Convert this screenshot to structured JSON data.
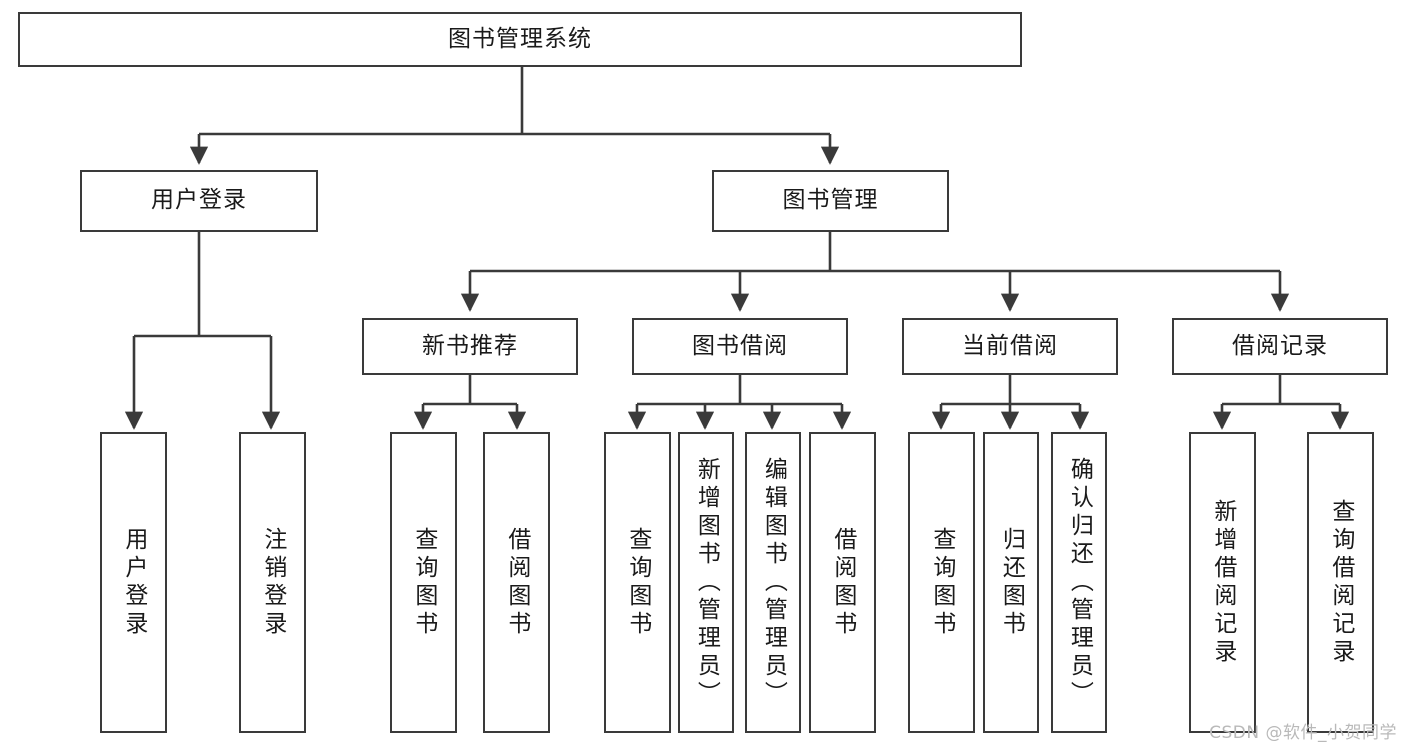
{
  "diagram": {
    "title": "图书管理系统",
    "type": "tree",
    "root": {
      "id": "root",
      "label": "图书管理系统"
    },
    "level2": [
      {
        "id": "user-login",
        "label": "用户登录"
      },
      {
        "id": "book-manage",
        "label": "图书管理"
      }
    ],
    "level3": [
      {
        "id": "new-book-recommend",
        "label": "新书推荐",
        "parent": "book-manage"
      },
      {
        "id": "book-borrow",
        "label": "图书借阅",
        "parent": "book-manage"
      },
      {
        "id": "current-borrow",
        "label": "当前借阅",
        "parent": "book-manage"
      },
      {
        "id": "borrow-record",
        "label": "借阅记录",
        "parent": "book-manage"
      }
    ],
    "leaves": [
      {
        "id": "leaf-user-login",
        "label": "用户登录",
        "parent": "user-login"
      },
      {
        "id": "leaf-user-logout",
        "label": "注销登录",
        "parent": "user-login"
      },
      {
        "id": "leaf-query-book-1",
        "label": "查询图书",
        "parent": "new-book-recommend"
      },
      {
        "id": "leaf-borrow-book-1",
        "label": "借阅图书",
        "parent": "new-book-recommend"
      },
      {
        "id": "leaf-query-book-2",
        "label": "查询图书",
        "parent": "book-borrow"
      },
      {
        "id": "leaf-add-book",
        "label": "新增图书（管理员）",
        "parent": "book-borrow"
      },
      {
        "id": "leaf-edit-book",
        "label": "编辑图书（管理员）",
        "parent": "book-borrow"
      },
      {
        "id": "leaf-borrow-book-2",
        "label": "借阅图书",
        "parent": "book-borrow"
      },
      {
        "id": "leaf-query-book-3",
        "label": "查询图书",
        "parent": "current-borrow"
      },
      {
        "id": "leaf-return-book",
        "label": "归还图书",
        "parent": "current-borrow"
      },
      {
        "id": "leaf-confirm-return",
        "label": "确认归还（管理员）",
        "parent": "current-borrow"
      },
      {
        "id": "leaf-add-record",
        "label": "新增借阅记录",
        "parent": "borrow-record"
      },
      {
        "id": "leaf-query-record",
        "label": "查询借阅记录",
        "parent": "borrow-record"
      }
    ],
    "colors": {
      "stroke": "#3a3a3a",
      "fill": "#ffffff",
      "text": "#1a1a1a",
      "watermark": "#b9b9b9"
    }
  },
  "watermark": {
    "text": "CSDN @软件_小贺同学"
  }
}
